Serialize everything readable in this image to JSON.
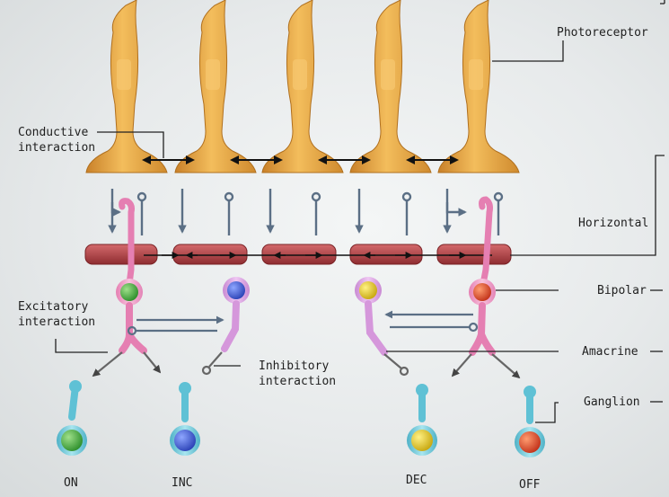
{
  "labels": {
    "photoreceptor": "Photoreceptor",
    "conductive": "Conductive\ninteraction",
    "horizontal": "Horizontal",
    "bipolar": "Bipolar",
    "excitatory": "Excitatory\ninteraction",
    "amacrine": "Amacrine",
    "inhibitory": "Inhibitory\ninteraction",
    "ganglion": "Ganglion",
    "on": "ON",
    "inc": "INC",
    "dec": "DEC",
    "off": "OFF"
  },
  "colors": {
    "photoreceptor": "#e9a640",
    "horizontal": "#b8474a",
    "bipolar": "#f2a1c8",
    "amacrine": "#e3a5e6",
    "ganglion": "#7fd0e0",
    "green": "#43ad3c",
    "blue": "#4a63d6",
    "yellow": "#e7d428",
    "red": "#e1542d"
  }
}
